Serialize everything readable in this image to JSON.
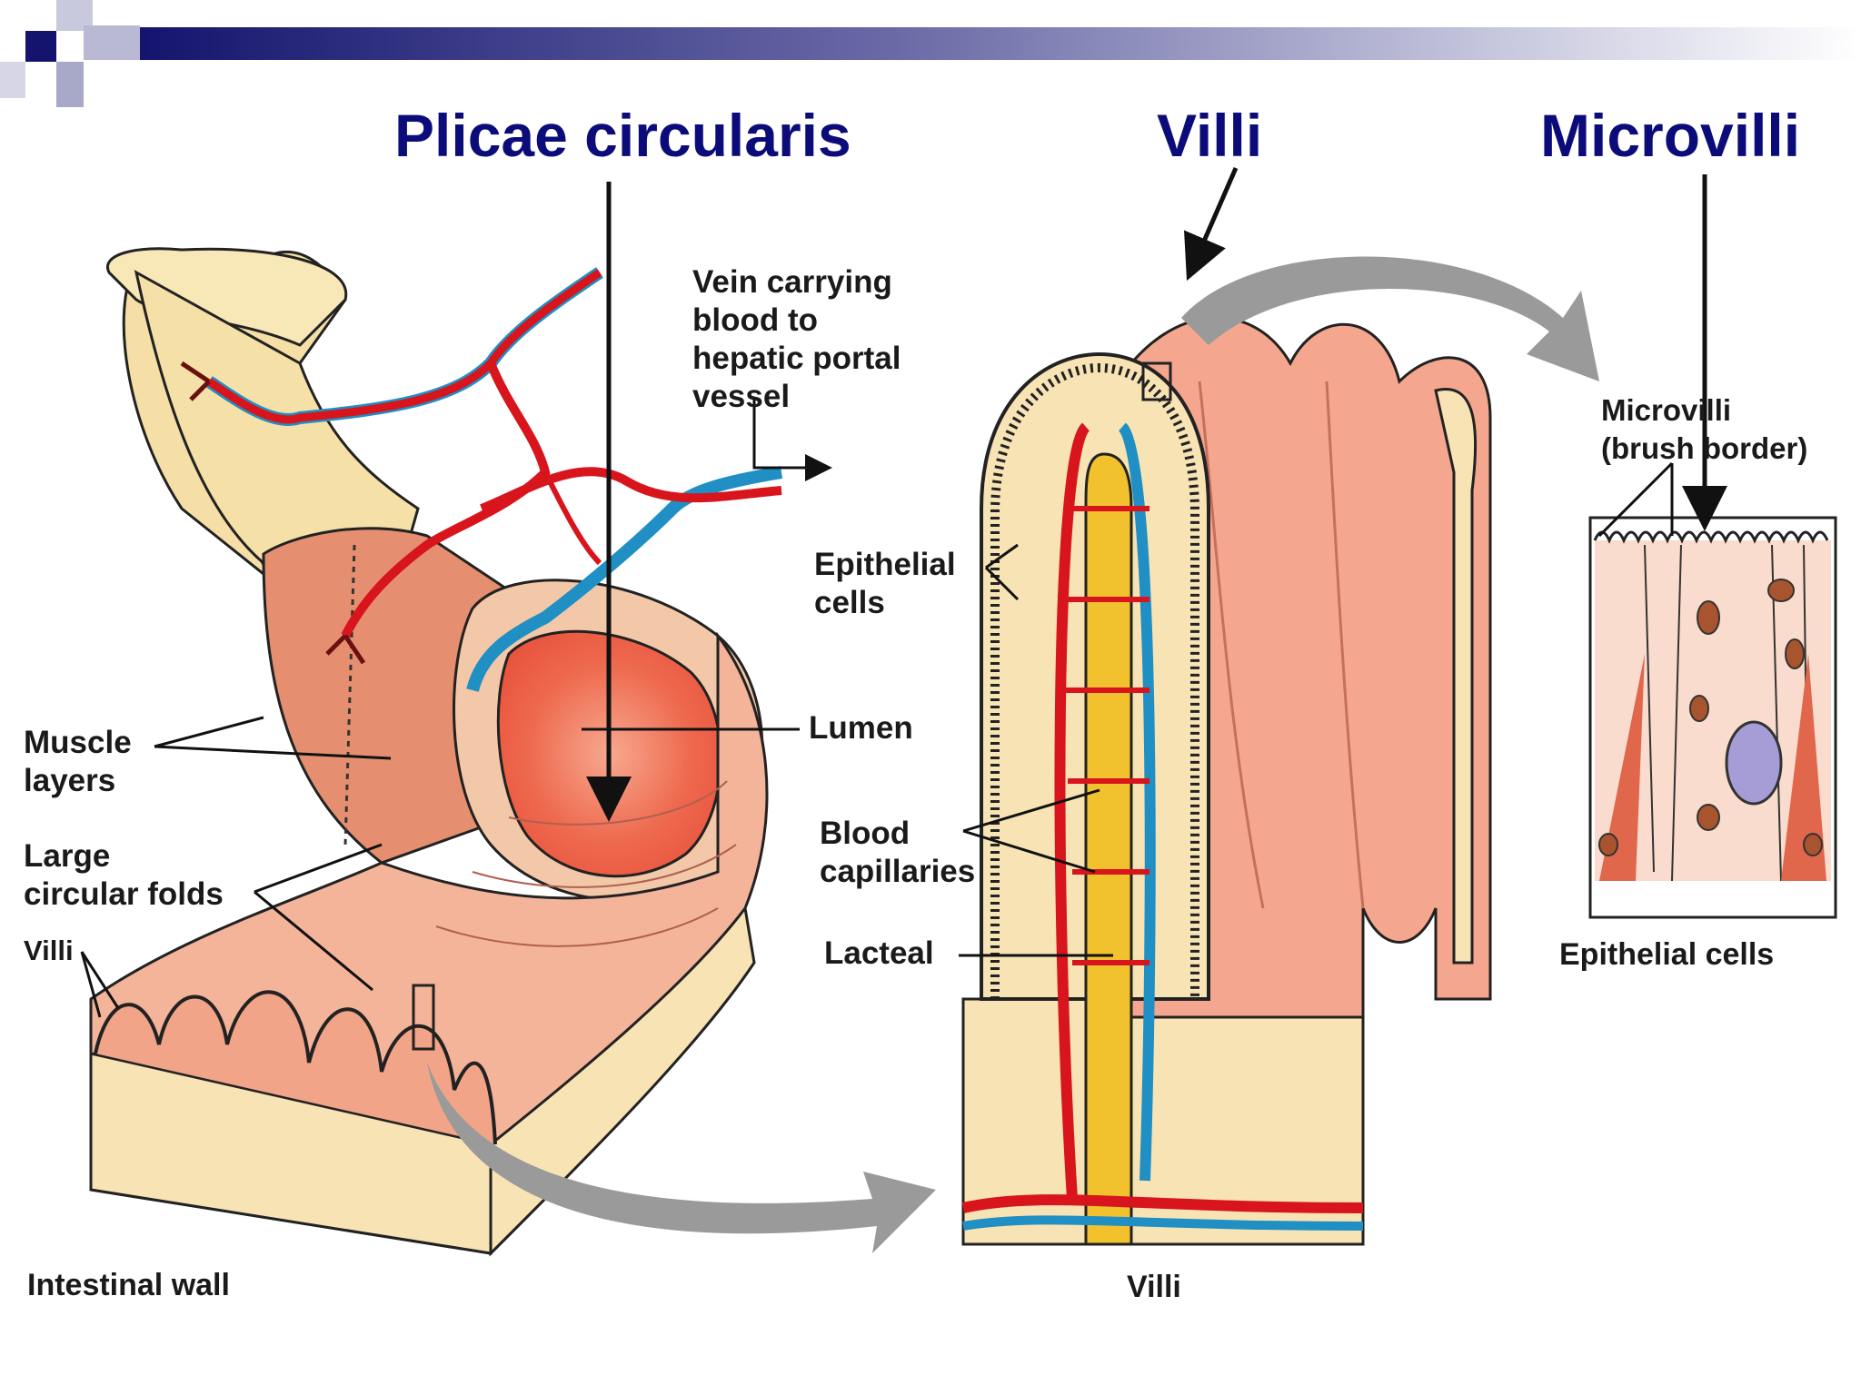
{
  "titles": {
    "plicae": "Plicae circularis",
    "villi": "Villi",
    "microvilli": "Microvilli"
  },
  "labels": {
    "vein": [
      "Vein carrying",
      "blood to",
      "hepatic portal",
      "vessel"
    ],
    "muscle": [
      "Muscle",
      "layers"
    ],
    "folds": [
      "Large",
      "circular folds"
    ],
    "villi_small": [
      "Villi"
    ],
    "lumen": [
      "Lumen"
    ],
    "epithelial": [
      "Epithelial",
      "cells"
    ],
    "capillaries": [
      "Blood",
      "capillaries"
    ],
    "lacteal": [
      "Lacteal"
    ],
    "microvilli_brush": [
      "Microvilli",
      "(brush border)"
    ]
  },
  "captions": {
    "intestinal_wall": "Intestinal wall",
    "villi": "Villi",
    "epithelial_cells": "Epithelial cells"
  },
  "colors": {
    "title": "#0b0b7a",
    "artery": "#d8141c",
    "vein": "#1f8fc4",
    "lacteal": "#f2c12e",
    "tissue": "#f4a78e",
    "wall": "#f8e3b5",
    "arrow_gray": "#9a9a9a",
    "header_navy": "#14146e"
  }
}
